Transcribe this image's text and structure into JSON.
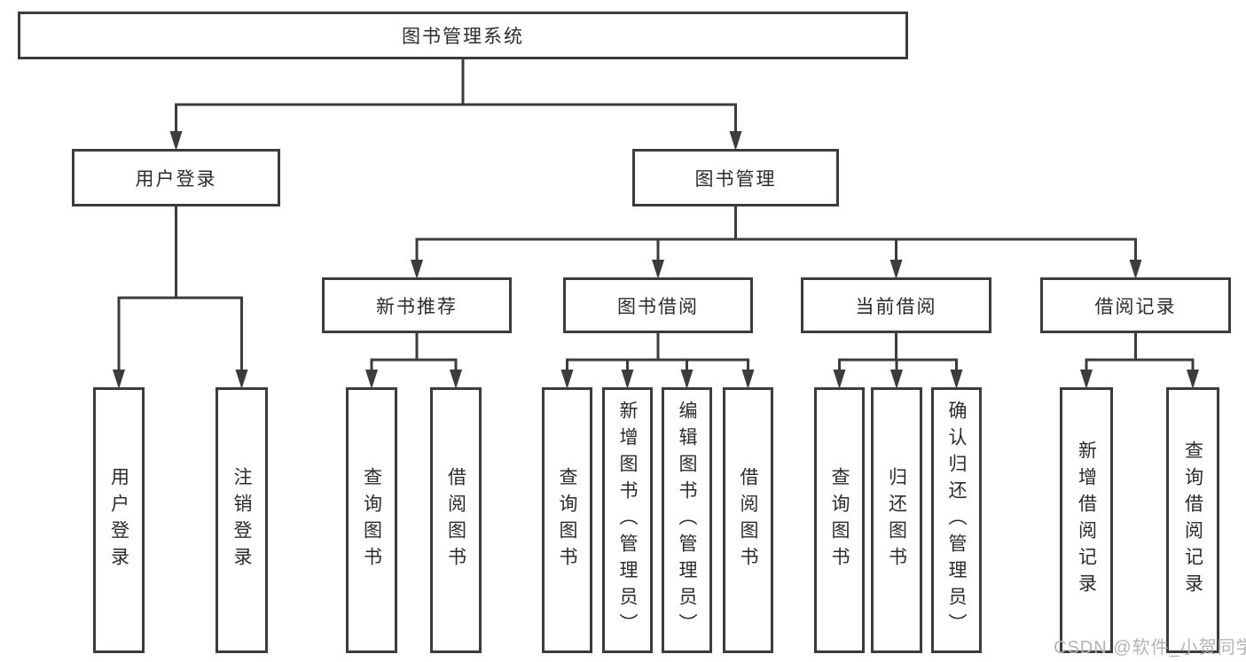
{
  "diagram": {
    "title": "图书管理系统",
    "nodes": [
      {
        "id": "root",
        "label": "图书管理系统",
        "parent": null
      },
      {
        "id": "user-login",
        "label": "用户登录",
        "parent": "root"
      },
      {
        "id": "book-mgmt",
        "label": "图书管理",
        "parent": "root"
      },
      {
        "id": "new-book-rec",
        "label": "新书推荐",
        "parent": "book-mgmt"
      },
      {
        "id": "book-borrow",
        "label": "图书借阅",
        "parent": "book-mgmt"
      },
      {
        "id": "current-borrow",
        "label": "当前借阅",
        "parent": "book-mgmt"
      },
      {
        "id": "borrow-record",
        "label": "借阅记录",
        "parent": "book-mgmt"
      },
      {
        "id": "login",
        "label": "用户登录",
        "parent": "user-login"
      },
      {
        "id": "logout",
        "label": "注销登录",
        "parent": "user-login"
      },
      {
        "id": "nbr-query",
        "label": "查询图书",
        "parent": "new-book-rec"
      },
      {
        "id": "nbr-borrow",
        "label": "借阅图书",
        "parent": "new-book-rec"
      },
      {
        "id": "bb-query",
        "label": "查询图书",
        "parent": "book-borrow"
      },
      {
        "id": "bb-add",
        "label": "新增图书（管理员）",
        "parent": "book-borrow"
      },
      {
        "id": "bb-edit",
        "label": "编辑图书（管理员）",
        "parent": "book-borrow"
      },
      {
        "id": "bb-borrow",
        "label": "借阅图书",
        "parent": "book-borrow"
      },
      {
        "id": "cb-query",
        "label": "查询图书",
        "parent": "current-borrow"
      },
      {
        "id": "cb-return",
        "label": "归还图书",
        "parent": "current-borrow"
      },
      {
        "id": "cb-confirm",
        "label": "确认归还（管理员）",
        "parent": "current-borrow"
      },
      {
        "id": "br-add",
        "label": "新增借阅记录",
        "parent": "borrow-record"
      },
      {
        "id": "br-query",
        "label": "查询借阅记录",
        "parent": "borrow-record"
      }
    ]
  },
  "watermark": {
    "text": "CSDN @软件_小贺同学"
  },
  "colors": {
    "line": "#3c3c3c",
    "text": "#2b2b2b",
    "box_background": "#ffffff",
    "watermark": "#b4b4b4"
  }
}
